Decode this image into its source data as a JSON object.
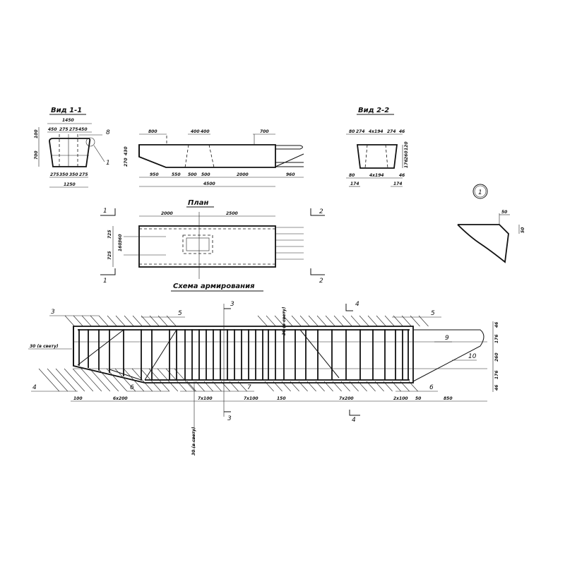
{
  "titles": {
    "view_1_1": "Вид 1-1",
    "view_2_2": "Вид 2-2",
    "plan": "План",
    "reinforcement": "Схема армирования",
    "detail": "1"
  },
  "view_1_1": {
    "top_total": "1450",
    "top_parts": [
      "450",
      "275",
      "275",
      "450"
    ],
    "left": [
      "100",
      "700"
    ],
    "bottom_parts": [
      "275",
      "350",
      "350",
      "275"
    ],
    "bottom_total": "1250",
    "callouts": [
      "8",
      "1"
    ]
  },
  "side_view": {
    "top": [
      "800",
      "400",
      "400",
      "700"
    ],
    "left": [
      "270",
      "430"
    ],
    "bottom": [
      "950",
      "550",
      "500",
      "500",
      "2000",
      "960"
    ],
    "total": "4500"
  },
  "view_2_2": {
    "top": [
      "80",
      "274",
      "4x194",
      "274",
      "46"
    ],
    "right": [
      "120",
      "260",
      "176"
    ],
    "bottom": [
      "80",
      "4x194",
      "46"
    ],
    "bottom2": [
      "174",
      "174"
    ]
  },
  "detail_1": {
    "dims": [
      "50",
      "50"
    ]
  },
  "plan": {
    "top": [
      "2000",
      "2500"
    ],
    "left": [
      "725",
      "725"
    ],
    "inner": [
      "160",
      "360"
    ],
    "section_marks": [
      "1",
      "1",
      "2",
      "2"
    ]
  },
  "scheme": {
    "callouts": [
      "3",
      "5",
      "5",
      "4",
      "6",
      "7",
      "6",
      "9",
      "10"
    ],
    "section_marks": [
      "3",
      "3",
      "4",
      "4"
    ],
    "clear": [
      "30 (в свету)",
      "30 (в свету)",
      "30 (в свету)"
    ],
    "bottom_dims": [
      "100",
      "6x200",
      "7x100",
      "7x100",
      "150",
      "7x200",
      "2x100",
      "50",
      "850"
    ],
    "right_dims": [
      "46",
      "176",
      "260",
      "176",
      "46"
    ]
  }
}
